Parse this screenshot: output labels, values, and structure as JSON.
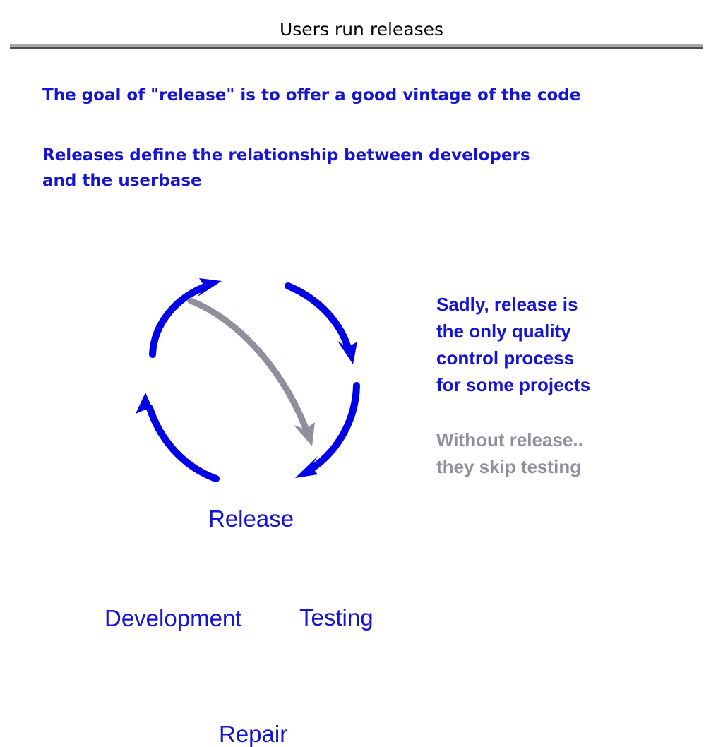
{
  "slide": {
    "title": "Users run releases",
    "background_color": "#ffffff",
    "rule": {
      "top_band_color": "#a8a8a8",
      "bottom_band_color": "#4d4d4d"
    }
  },
  "colors": {
    "accent_blue": "#1414d2",
    "gray": "#8f8f9e",
    "title_black": "#000000"
  },
  "body": {
    "paragraphs": [
      "The goal of \"release\" is to offer a good vintage of the code",
      "Releases define the relationship between developers\nand the userbase"
    ]
  },
  "notes": {
    "primary": "Sadly, release is\nthe only quality\ncontrol process\nfor some projects",
    "secondary": "Without release..\nthey skip testing"
  },
  "diagram": {
    "type": "cycle",
    "nodes": [
      {
        "id": "release",
        "label": "Release"
      },
      {
        "id": "testing",
        "label": "Testing"
      },
      {
        "id": "repair",
        "label": "Repair"
      },
      {
        "id": "development",
        "label": "Development"
      }
    ],
    "edges": [
      {
        "from": "development",
        "to": "release",
        "color": "#0000e6",
        "style": "curved-arrow"
      },
      {
        "from": "release",
        "to": "testing",
        "color": "#0000e6",
        "style": "curved-arrow"
      },
      {
        "from": "testing",
        "to": "repair",
        "color": "#0000e6",
        "style": "curved-arrow"
      },
      {
        "from": "repair",
        "to": "development",
        "color": "#0000e6",
        "style": "curved-arrow"
      },
      {
        "from": "release",
        "to": "repair",
        "color": "#8f8f9e",
        "style": "shortcut-arrow",
        "meaning": "skip testing"
      }
    ]
  }
}
